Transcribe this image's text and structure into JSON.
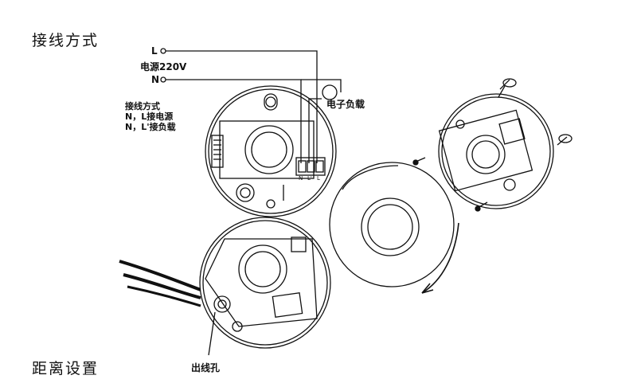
{
  "section_wiring": {
    "title": "接线方式"
  },
  "section_distance": {
    "title": "距离设置"
  },
  "wiring": {
    "line_label": "L",
    "neutral_label": "N",
    "power_label": "电源220V",
    "load_label": "电子负载",
    "notes": [
      "接线方式",
      "N，L接电源",
      "N，L'接负载"
    ],
    "terminal_labels": [
      "N",
      "L'",
      "L"
    ]
  },
  "cable_hole_label": "出线孔",
  "colors": {
    "line": "#111111",
    "background": "#ffffff"
  }
}
